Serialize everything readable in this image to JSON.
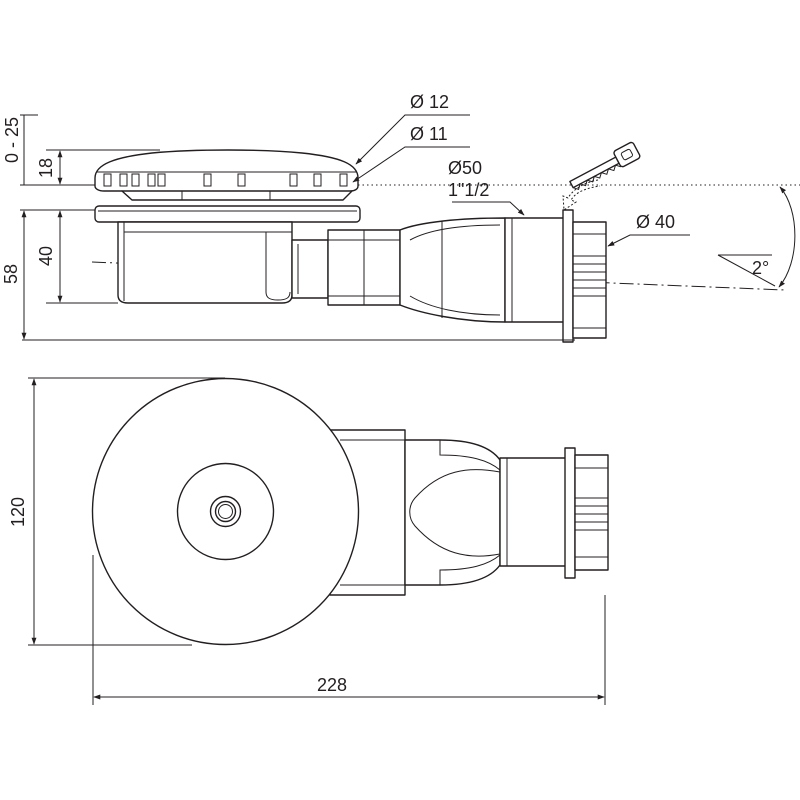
{
  "diagram": {
    "side_view": {
      "labels": {
        "dia_12": "Ø 12",
        "dia_11": "Ø 11",
        "dia_50": "Ø50",
        "thread": "1\"1/2",
        "dia_40": "Ø 40",
        "angle": "2°"
      },
      "dimensions": {
        "grate_adjust": "0 - 25",
        "grate_height": "18",
        "body_height": "40",
        "total_height": "58"
      },
      "icons": [
        "hacksaw-icon",
        "cut-arrow-icon"
      ]
    },
    "plan_view": {
      "dimensions": {
        "width": "120",
        "length": "228"
      }
    }
  },
  "colors": {
    "line": "#231f20",
    "background": "#ffffff"
  }
}
